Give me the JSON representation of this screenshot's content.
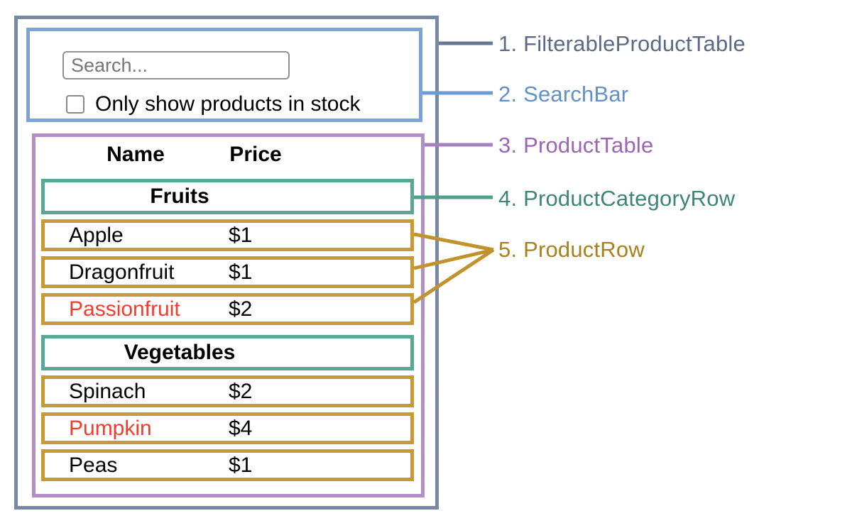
{
  "search_bar": {
    "search_placeholder": "Search...",
    "checkbox_label": "Only show products in stock",
    "checkbox_checked": false
  },
  "product_table": {
    "columns": [
      "Name",
      "Price"
    ],
    "sections": [
      {
        "category": "Fruits",
        "rows": [
          {
            "name": "Apple",
            "price": "$1",
            "highlighted_red": false
          },
          {
            "name": "Dragonfruit",
            "price": "$1",
            "highlighted_red": false
          },
          {
            "name": "Passionfruit",
            "price": "$2",
            "highlighted_red": true
          }
        ]
      },
      {
        "category": "Vegetables",
        "rows": [
          {
            "name": "Spinach",
            "price": "$2",
            "highlighted_red": false
          },
          {
            "name": "Pumpkin",
            "price": "$4",
            "highlighted_red": true
          },
          {
            "name": "Peas",
            "price": "$1",
            "highlighted_red": false
          }
        ]
      }
    ]
  },
  "legend": [
    {
      "label": "1. FilterableProductTable",
      "color": "#5b6b87"
    },
    {
      "label": "2. SearchBar",
      "color": "#6190c6"
    },
    {
      "label": "3. ProductTable",
      "color": "#9a66b2"
    },
    {
      "label": "4. ProductCategoryRow",
      "color": "#3e8577"
    },
    {
      "label": "5. ProductRow",
      "color": "#a5821f"
    }
  ],
  "colors": {
    "outer_border": "#7789a5",
    "searchbar_border": "#7da2d8",
    "table_border": "#b28fc9",
    "category_border": "#5aa795",
    "product_border": "#c79a36",
    "out_of_stock_text": "#f43b2c",
    "connector_gray": "#687892",
    "connector_blue": "#6e9bd3",
    "connector_purple": "#a87fc2",
    "connector_teal": "#4f9f8c",
    "connector_gold": "#c1922d"
  }
}
